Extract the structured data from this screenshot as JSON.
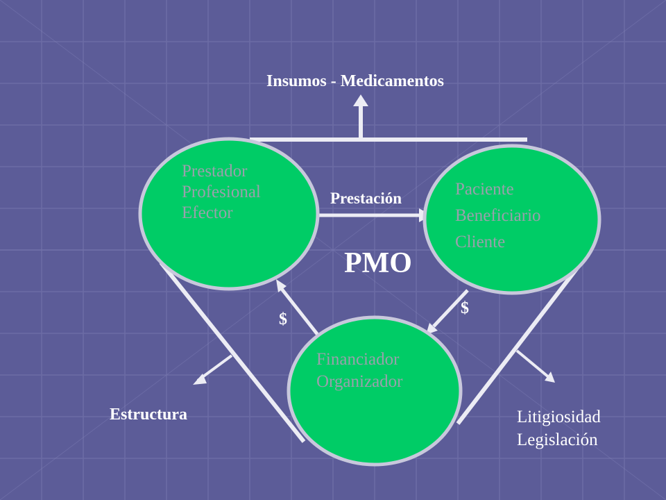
{
  "colors": {
    "background": "#5c5c98",
    "grid_line": "#7a7ab0",
    "node_fill": "#00cc66",
    "node_stroke": "#c8c8dc",
    "connector": "#ececf4",
    "node_text": "#9aa0ac"
  },
  "diagram": {
    "top_label": "Insumos - Medicamentos",
    "center_label": "PMO",
    "edge_label_top": "Prestación",
    "money_left": "$",
    "money_right": "$",
    "left_bottom_label": "Estructura",
    "right_bottom_lines": [
      "Litigiosidad",
      "Legislación"
    ],
    "nodes": {
      "prestador": [
        "Prestador",
        "Profesional",
        "Efector"
      ],
      "paciente": [
        "Paciente",
        "Beneficiario",
        "Cliente"
      ],
      "financiador": [
        "Financiador",
        "Organizador"
      ]
    }
  }
}
